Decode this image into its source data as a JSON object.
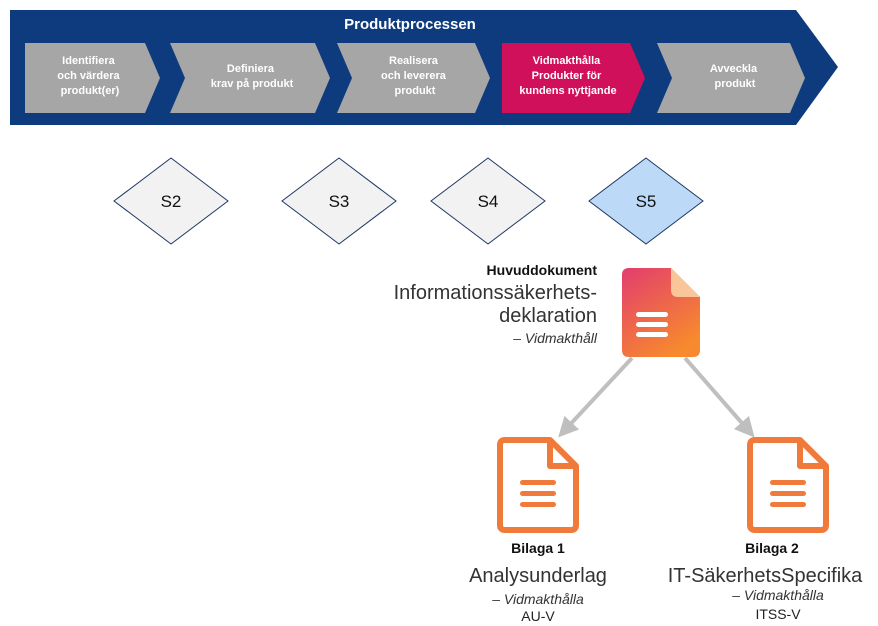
{
  "banner": {
    "title": "Produktprocessen"
  },
  "steps": [
    {
      "lines": [
        "Identifiera",
        "och värdera",
        "produkt(er)"
      ],
      "active": false
    },
    {
      "lines": [
        "Definiera",
        "krav på produkt"
      ],
      "active": false
    },
    {
      "lines": [
        "Realisera",
        "och leverera",
        "produkt"
      ],
      "active": false
    },
    {
      "lines": [
        "Vidmakthålla",
        "Produkter för",
        "kundens nyttjande"
      ],
      "active": true
    },
    {
      "lines": [
        "Avveckla",
        "produkt"
      ],
      "active": false
    }
  ],
  "gates": [
    {
      "label": "S2",
      "highlighted": false
    },
    {
      "label": "S3",
      "highlighted": false
    },
    {
      "label": "S4",
      "highlighted": false
    },
    {
      "label": "S5",
      "highlighted": true
    }
  ],
  "main_document": {
    "heading": "Huvuddokument",
    "title_line1": "Informationssäkerhets-",
    "title_line2": "deklaration",
    "subtitle": "– Vidmakthåll"
  },
  "attachments": [
    {
      "heading": "Bilaga 1",
      "title": "Analysunderlag",
      "subtitle": "– Vidmakthålla",
      "code": "AU-V"
    },
    {
      "heading": "Bilaga 2",
      "title": "IT-SäkerhetsSpecifika",
      "subtitle": "– Vidmakthålla",
      "code": "ITSS-V"
    }
  ],
  "colors": {
    "banner": "#0e3a7e",
    "step_default": "#a6a6a6",
    "step_active": "#d0105a",
    "gate_default": "#f2f2f2",
    "gate_highlight": "#bcd9f7",
    "gate_stroke": "#1f3864",
    "doc_main_gradient": [
      "#e23d6e",
      "#f7892e"
    ],
    "doc_attachment": "#f07a3a",
    "arrow": "#bfbfbf"
  },
  "icons": [
    "document-icon"
  ]
}
